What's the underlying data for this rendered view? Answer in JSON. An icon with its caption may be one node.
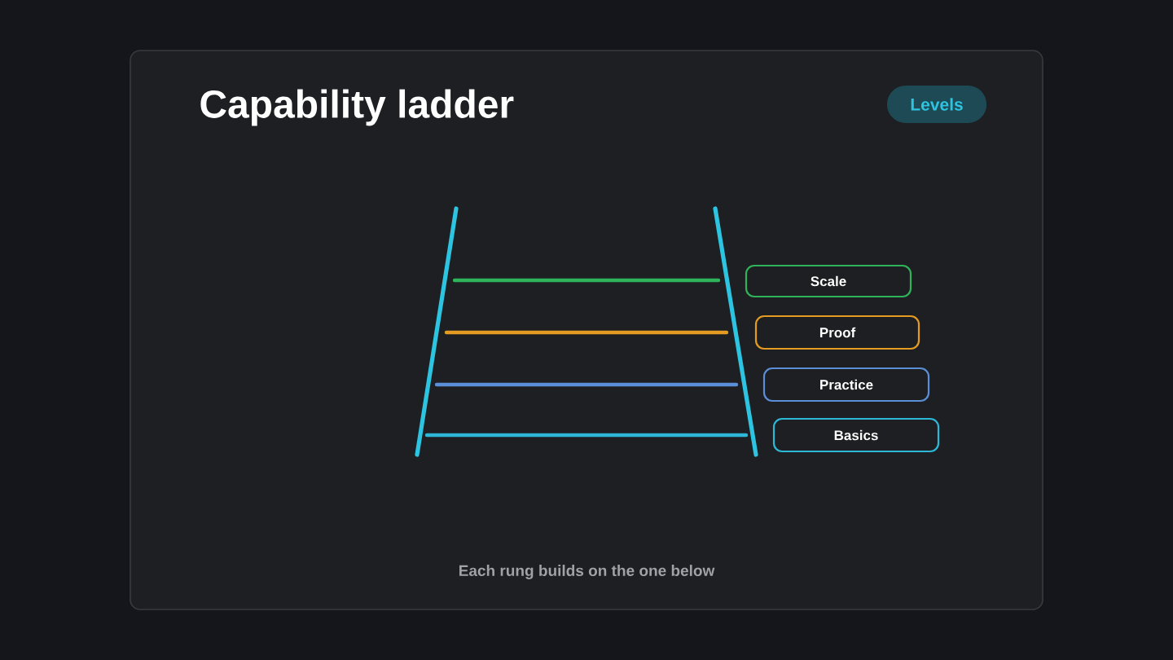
{
  "diagram": {
    "title": "Capability ladder",
    "caption": "Each rung builds on the one below",
    "nodes": [
      {
        "text": [
          "Levels"
        ]
      },
      {
        "text": [
          "Scale"
        ]
      },
      {
        "text": [
          "Proof"
        ]
      },
      {
        "text": [
          "Practice"
        ]
      },
      {
        "text": [
          "Basics"
        ]
      }
    ]
  }
}
